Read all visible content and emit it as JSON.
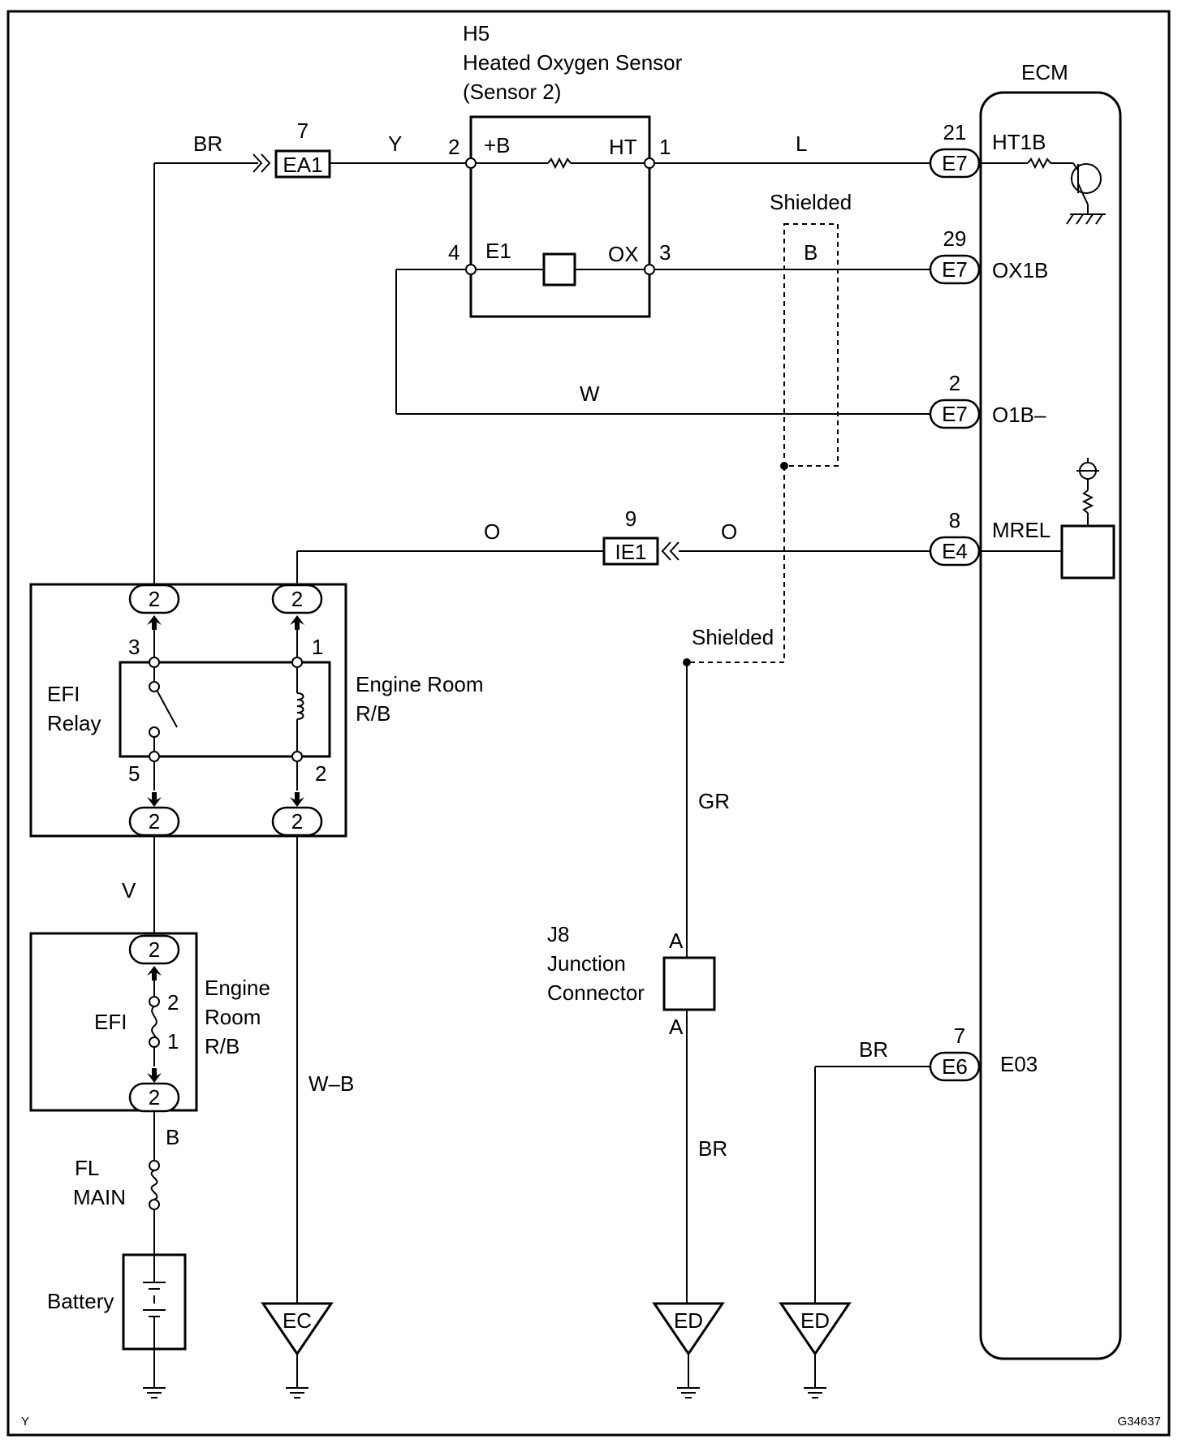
{
  "corner_code": "Y",
  "figure_id": "G34637",
  "sensor": {
    "code": "H5",
    "name": "Heated Oxygen Sensor",
    "sub": "(Sensor 2)",
    "term_b": "+B",
    "term_ht": "HT",
    "term_e1": "E1",
    "term_ox": "OX",
    "pin_b": "2",
    "pin_ht": "1",
    "pin_e1": "4",
    "pin_ox": "3"
  },
  "ecm": {
    "label": "ECM",
    "terminals": [
      {
        "pin": "21",
        "conn": "E7",
        "name": "HT1B"
      },
      {
        "pin": "29",
        "conn": "E7",
        "name": "OX1B"
      },
      {
        "pin": "2",
        "conn": "E7",
        "name": "O1B–"
      },
      {
        "pin": "8",
        "conn": "E4",
        "name": "MREL"
      },
      {
        "pin": "7",
        "conn": "E6",
        "name": "E03"
      }
    ]
  },
  "connectors": {
    "ea1": {
      "label": "EA1",
      "pin": "7"
    },
    "ie1": {
      "label": "IE1",
      "pin": "9"
    }
  },
  "wires": {
    "br_top": "BR",
    "y": "Y",
    "l": "L",
    "b": "B",
    "w": "W",
    "o_left": "O",
    "o_right": "O",
    "v": "V",
    "wb": "W–B",
    "gr": "GR",
    "br_j8": "BR",
    "br_e03": "BR",
    "b_batt": "B"
  },
  "shield_top": "Shielded",
  "shield_bottom": "Shielded",
  "efi_relay": {
    "line1": "EFI",
    "line2": "Relay",
    "pin3": "3",
    "pin1": "1",
    "pin5": "5",
    "pin2": "2",
    "conn": "2"
  },
  "rb_top": {
    "line1": "Engine Room",
    "line2": "R/B"
  },
  "efi_fuse": {
    "label": "EFI",
    "pin2": "2",
    "pin1": "1",
    "conn": "2",
    "rb_line1": "Engine",
    "rb_line2": "Room",
    "rb_line3": "R/B"
  },
  "fl_main": {
    "line1": "FL",
    "line2": "MAIN"
  },
  "battery": "Battery",
  "j8": {
    "code": "J8",
    "line1": "Junction",
    "line2": "Connector",
    "pin_top": "A",
    "pin_bottom": "A"
  },
  "grounds": {
    "ec": "EC",
    "ed1": "ED",
    "ed2": "ED"
  }
}
